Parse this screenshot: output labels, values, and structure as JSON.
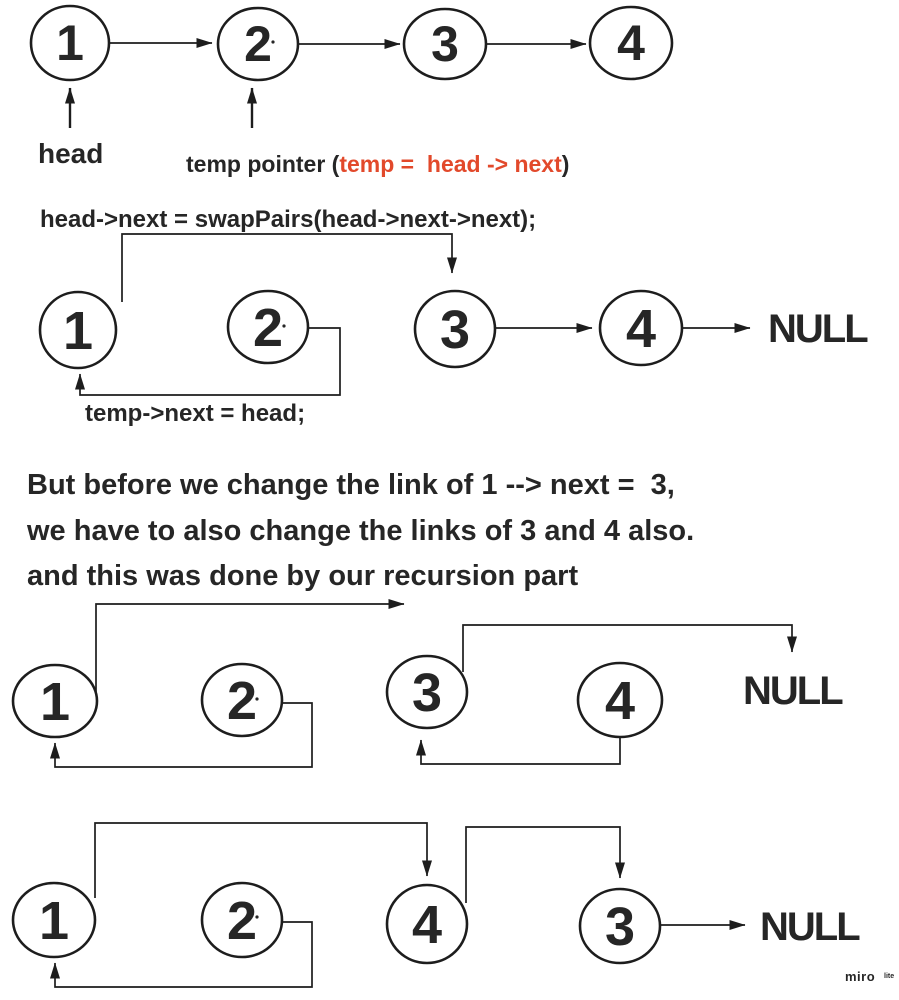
{
  "colors": {
    "background": "#ffffff",
    "ink": "#262626",
    "line": "#1d1d1d",
    "accent": "#e2492b",
    "watermark_brand": "#8f93a8",
    "watermark_tag": "#c7ccd8"
  },
  "initial_list": {
    "nodes": [
      "1",
      "2",
      "3",
      "4"
    ],
    "head_label": "head",
    "temp_label_prefix": "temp pointer (",
    "temp_label_code": "temp =  head -> next",
    "temp_label_suffix": ")"
  },
  "recursion_code": "head->next = swapPairs(head->next->next);",
  "after_call_list": {
    "nodes": [
      "1",
      "2",
      "3",
      "4"
    ],
    "null_label": "NULL",
    "temp_code": "temp->next = head;"
  },
  "note": {
    "line1": "But before we change the link of 1 --> next =  3,",
    "line2": "we have to also change the links of 3 and 4 also.",
    "line3": "and this was done by our recursion part"
  },
  "recursion_list": {
    "nodes": [
      "1",
      "2",
      "3",
      "4"
    ],
    "null_label": "NULL"
  },
  "final_list": {
    "nodes": [
      "1",
      "2",
      "4",
      "3"
    ],
    "null_label": "NULL"
  },
  "watermark": {
    "brand": "miro",
    "tag": "lite"
  }
}
